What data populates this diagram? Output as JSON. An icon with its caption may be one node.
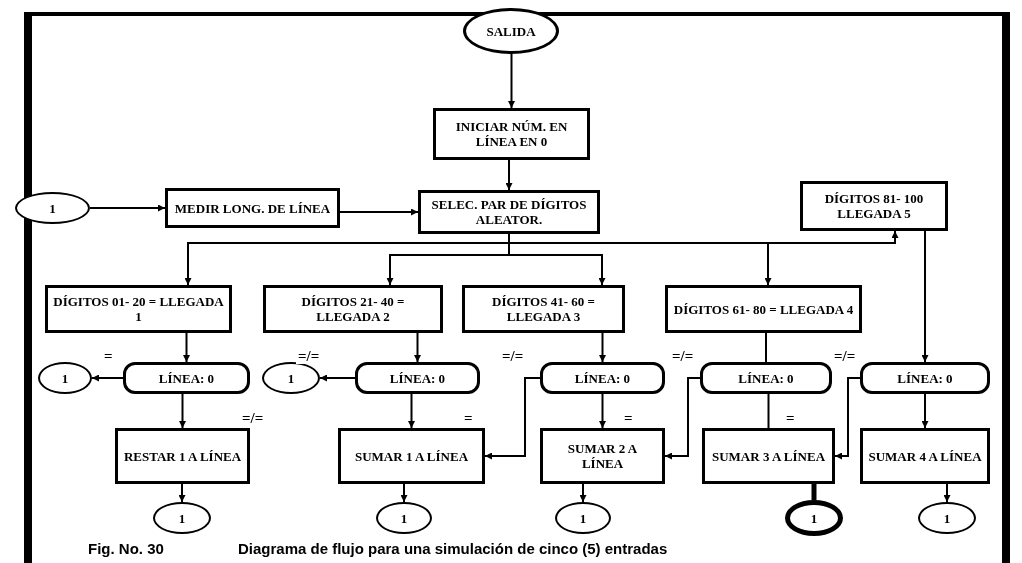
{
  "diagram": {
    "caption": "Diagrama de flujo para una simulación de cinco (5) entradas",
    "nodes": [
      {
        "text": [
          "SALIDA"
        ]
      },
      {
        "text": [
          "INICIAR NÚM. EN LÍNEA EN 0"
        ]
      },
      {
        "text": [
          "1"
        ]
      },
      {
        "text": [
          "MEDIR LONG. DE LÍNEA"
        ]
      },
      {
        "text": [
          "SELEC. PAR DE DÍGITOS ALEATOR."
        ]
      },
      {
        "text": [
          "DÍGITOS 81- 100 LLEGADA 5"
        ]
      },
      {
        "text": [
          "DÍGITOS 01- 20 = LLEGADA 1"
        ]
      },
      {
        "text": [
          "DÍGITOS 21- 40 = LLEGADA 2"
        ]
      },
      {
        "text": [
          "DÍGITOS 41- 60 = LLEGADA 3"
        ]
      },
      {
        "text": [
          "DÍGITOS 61- 80 = LLEGADA 4"
        ]
      },
      {
        "text": [
          "1"
        ]
      },
      {
        "text": [
          "LÍNEA: 0"
        ]
      },
      {
        "text": [
          "1"
        ]
      },
      {
        "text": [
          "LÍNEA: 0"
        ]
      },
      {
        "text": [
          "LÍNEA: 0"
        ]
      },
      {
        "text": [
          "LÍNEA: 0"
        ]
      },
      {
        "text": [
          "LÍNEA: 0"
        ]
      },
      {
        "text": [
          "RESTAR 1 A LÍNEA"
        ]
      },
      {
        "text": [
          "SUMAR 1 A LÍNEA"
        ]
      },
      {
        "text": [
          "SUMAR 2 A LÍNEA"
        ]
      },
      {
        "text": [
          "SUMAR 3 A LÍNEA"
        ]
      },
      {
        "text": [
          "SUMAR 4 A LÍNEA"
        ]
      },
      {
        "text": [
          "1"
        ]
      },
      {
        "text": [
          "1"
        ]
      },
      {
        "text": [
          "1"
        ]
      },
      {
        "text": [
          "1"
        ]
      },
      {
        "text": [
          "1"
        ]
      }
    ],
    "edges": [
      {
        "from": 0,
        "to": 1,
        "arrow": "to"
      },
      {
        "from": 1,
        "to": 4,
        "arrow": "to"
      },
      {
        "from": 2,
        "to": 3,
        "arrow": "to"
      },
      {
        "from": 3,
        "to": 4,
        "arrow": "to"
      },
      {
        "from": 4,
        "to": 6,
        "arrow": "to"
      },
      {
        "from": 4,
        "to": 7,
        "arrow": "to"
      },
      {
        "from": 4,
        "to": 8,
        "arrow": "to"
      },
      {
        "from": 4,
        "to": 9,
        "arrow": "to"
      },
      {
        "from": 4,
        "to": 5,
        "arrow": "to"
      },
      {
        "from": 5,
        "to": 16,
        "arrow": "to"
      },
      {
        "from": 6,
        "to": 11,
        "arrow": "to"
      },
      {
        "from": 7,
        "to": 13,
        "arrow": "to"
      },
      {
        "from": 8,
        "to": 14,
        "arrow": "to"
      },
      {
        "from": 9,
        "to": 15,
        "arrow": "none"
      },
      {
        "from": 11,
        "to": 10,
        "arrow": "to",
        "label": "="
      },
      {
        "from": 11,
        "to": 17,
        "arrow": "to",
        "label": "=/="
      },
      {
        "from": 13,
        "to": 12,
        "arrow": "to",
        "label": "=/="
      },
      {
        "from": 13,
        "to": 18,
        "arrow": "to",
        "label": "="
      },
      {
        "from": 14,
        "to": 18,
        "arrow": "to",
        "label": "=/="
      },
      {
        "from": 14,
        "to": 19,
        "arrow": "to",
        "label": "="
      },
      {
        "from": 15,
        "to": 19,
        "arrow": "to",
        "label": "=/="
      },
      {
        "from": 15,
        "to": 20,
        "arrow": "none",
        "label": "="
      },
      {
        "from": 16,
        "to": 20,
        "arrow": "to",
        "label": "=/="
      },
      {
        "from": 16,
        "to": 21,
        "arrow": "to"
      },
      {
        "from": 17,
        "to": 22,
        "arrow": "to"
      },
      {
        "from": 18,
        "to": 23,
        "arrow": "to"
      },
      {
        "from": 19,
        "to": 24,
        "arrow": "to"
      },
      {
        "from": 20,
        "to": 25,
        "arrow": "none",
        "style": "thick"
      },
      {
        "from": 21,
        "to": 26,
        "arrow": "to"
      }
    ],
    "labels": [
      "Fig. No. 30"
    ]
  }
}
